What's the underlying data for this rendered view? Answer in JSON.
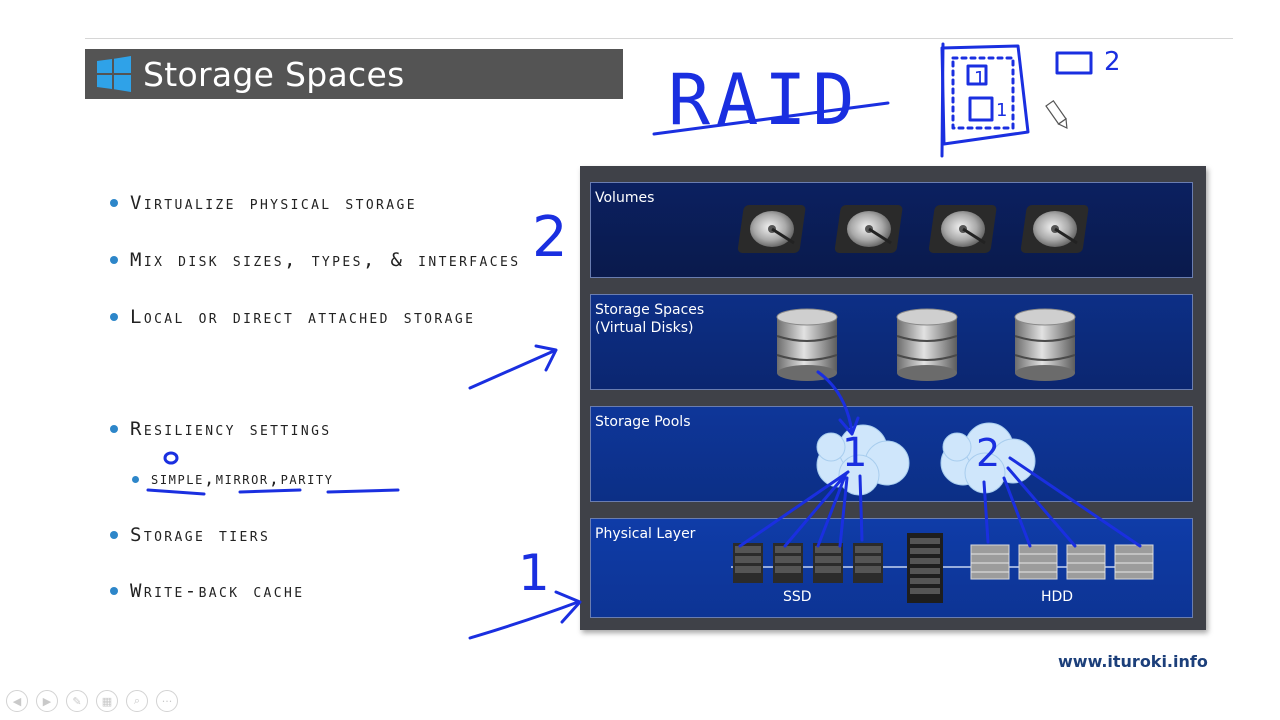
{
  "slide": {
    "title": "Storage Spaces",
    "bullets": [
      "Virtualize physical storage",
      "Mix disk sizes, types, & interfaces",
      "Local or direct attached storage",
      "Resiliency settings",
      "Storage tiers",
      "Write-back cache"
    ],
    "sub_bullet": {
      "simple": "simple",
      "sep1": ", ",
      "mirror": "mirror",
      "sep2": ", ",
      "parity": "parity"
    }
  },
  "diagram": {
    "layers": {
      "volumes": "Volumes",
      "spaces": "Storage Spaces",
      "spaces_sub": "(Virtual Disks)",
      "pools": "Storage Pools",
      "physical": "Physical Layer"
    },
    "tiers": {
      "ssd": "SSD",
      "hdd": "HDD"
    }
  },
  "annotations": {
    "raid": "RAID",
    "one": "1",
    "two": "2"
  },
  "footer": {
    "url": "www.ituroki.info"
  },
  "navigation": {
    "icons": [
      "prev-icon",
      "next-icon",
      "pen-icon",
      "slides-icon",
      "zoom-icon",
      "more-icon"
    ],
    "glyphs": [
      "◀",
      "▶",
      "✎",
      "▦",
      "⌕",
      "···"
    ]
  },
  "colors": {
    "accent_blue": "#2d86c9",
    "ink_blue": "#1a2fe0",
    "title_bar": "#545454",
    "diagram_frame": "#3f4148"
  }
}
